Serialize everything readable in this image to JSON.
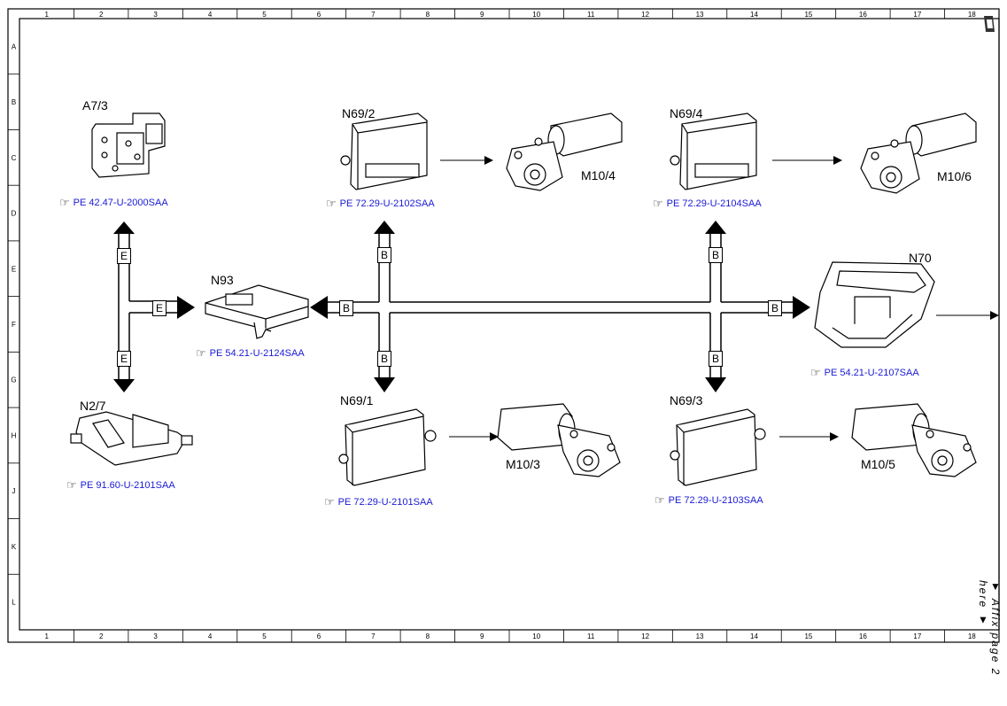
{
  "grid": {
    "columns": [
      "1",
      "2",
      "3",
      "4",
      "5",
      "6",
      "7",
      "8",
      "9",
      "10",
      "11",
      "12",
      "13",
      "14",
      "15",
      "16",
      "17",
      "18"
    ],
    "rows": [
      "A",
      "B",
      "C",
      "D",
      "E",
      "F",
      "G",
      "H",
      "J",
      "K",
      "L"
    ]
  },
  "components": {
    "a7_3": {
      "label": "A7/3",
      "ref": "PE 42.47-U-2000SAA"
    },
    "n2_7": {
      "label": "N2/7",
      "ref": "PE 91.60-U-2101SAA"
    },
    "n93": {
      "label": "N93",
      "ref": "PE 54.21-U-2124SAA"
    },
    "n69_2": {
      "label": "N69/2",
      "ref": "PE 72.29-U-2102SAA"
    },
    "n69_1": {
      "label": "N69/1",
      "ref": "PE 72.29-U-2101SAA"
    },
    "n69_4": {
      "label": "N69/4",
      "ref": "PE 72.29-U-2104SAA"
    },
    "n69_3": {
      "label": "N69/3",
      "ref": "PE 72.29-U-2103SAA"
    },
    "n70": {
      "label": "N70",
      "ref": "PE 54.21-U-2107SAA"
    },
    "m10_4": {
      "label": "M10/4"
    },
    "m10_3": {
      "label": "M10/3"
    },
    "m10_6": {
      "label": "M10/6"
    },
    "m10_5": {
      "label": "M10/5"
    }
  },
  "bus_tags": {
    "e": "E",
    "b": "B"
  },
  "affix_note": "▼ Affix page 2 here ▼",
  "colors": {
    "link": "#1a1ad6",
    "line": "#000000"
  },
  "icons": {
    "reference": "pointing-hand-icon",
    "corner": "page-corner-icon"
  }
}
